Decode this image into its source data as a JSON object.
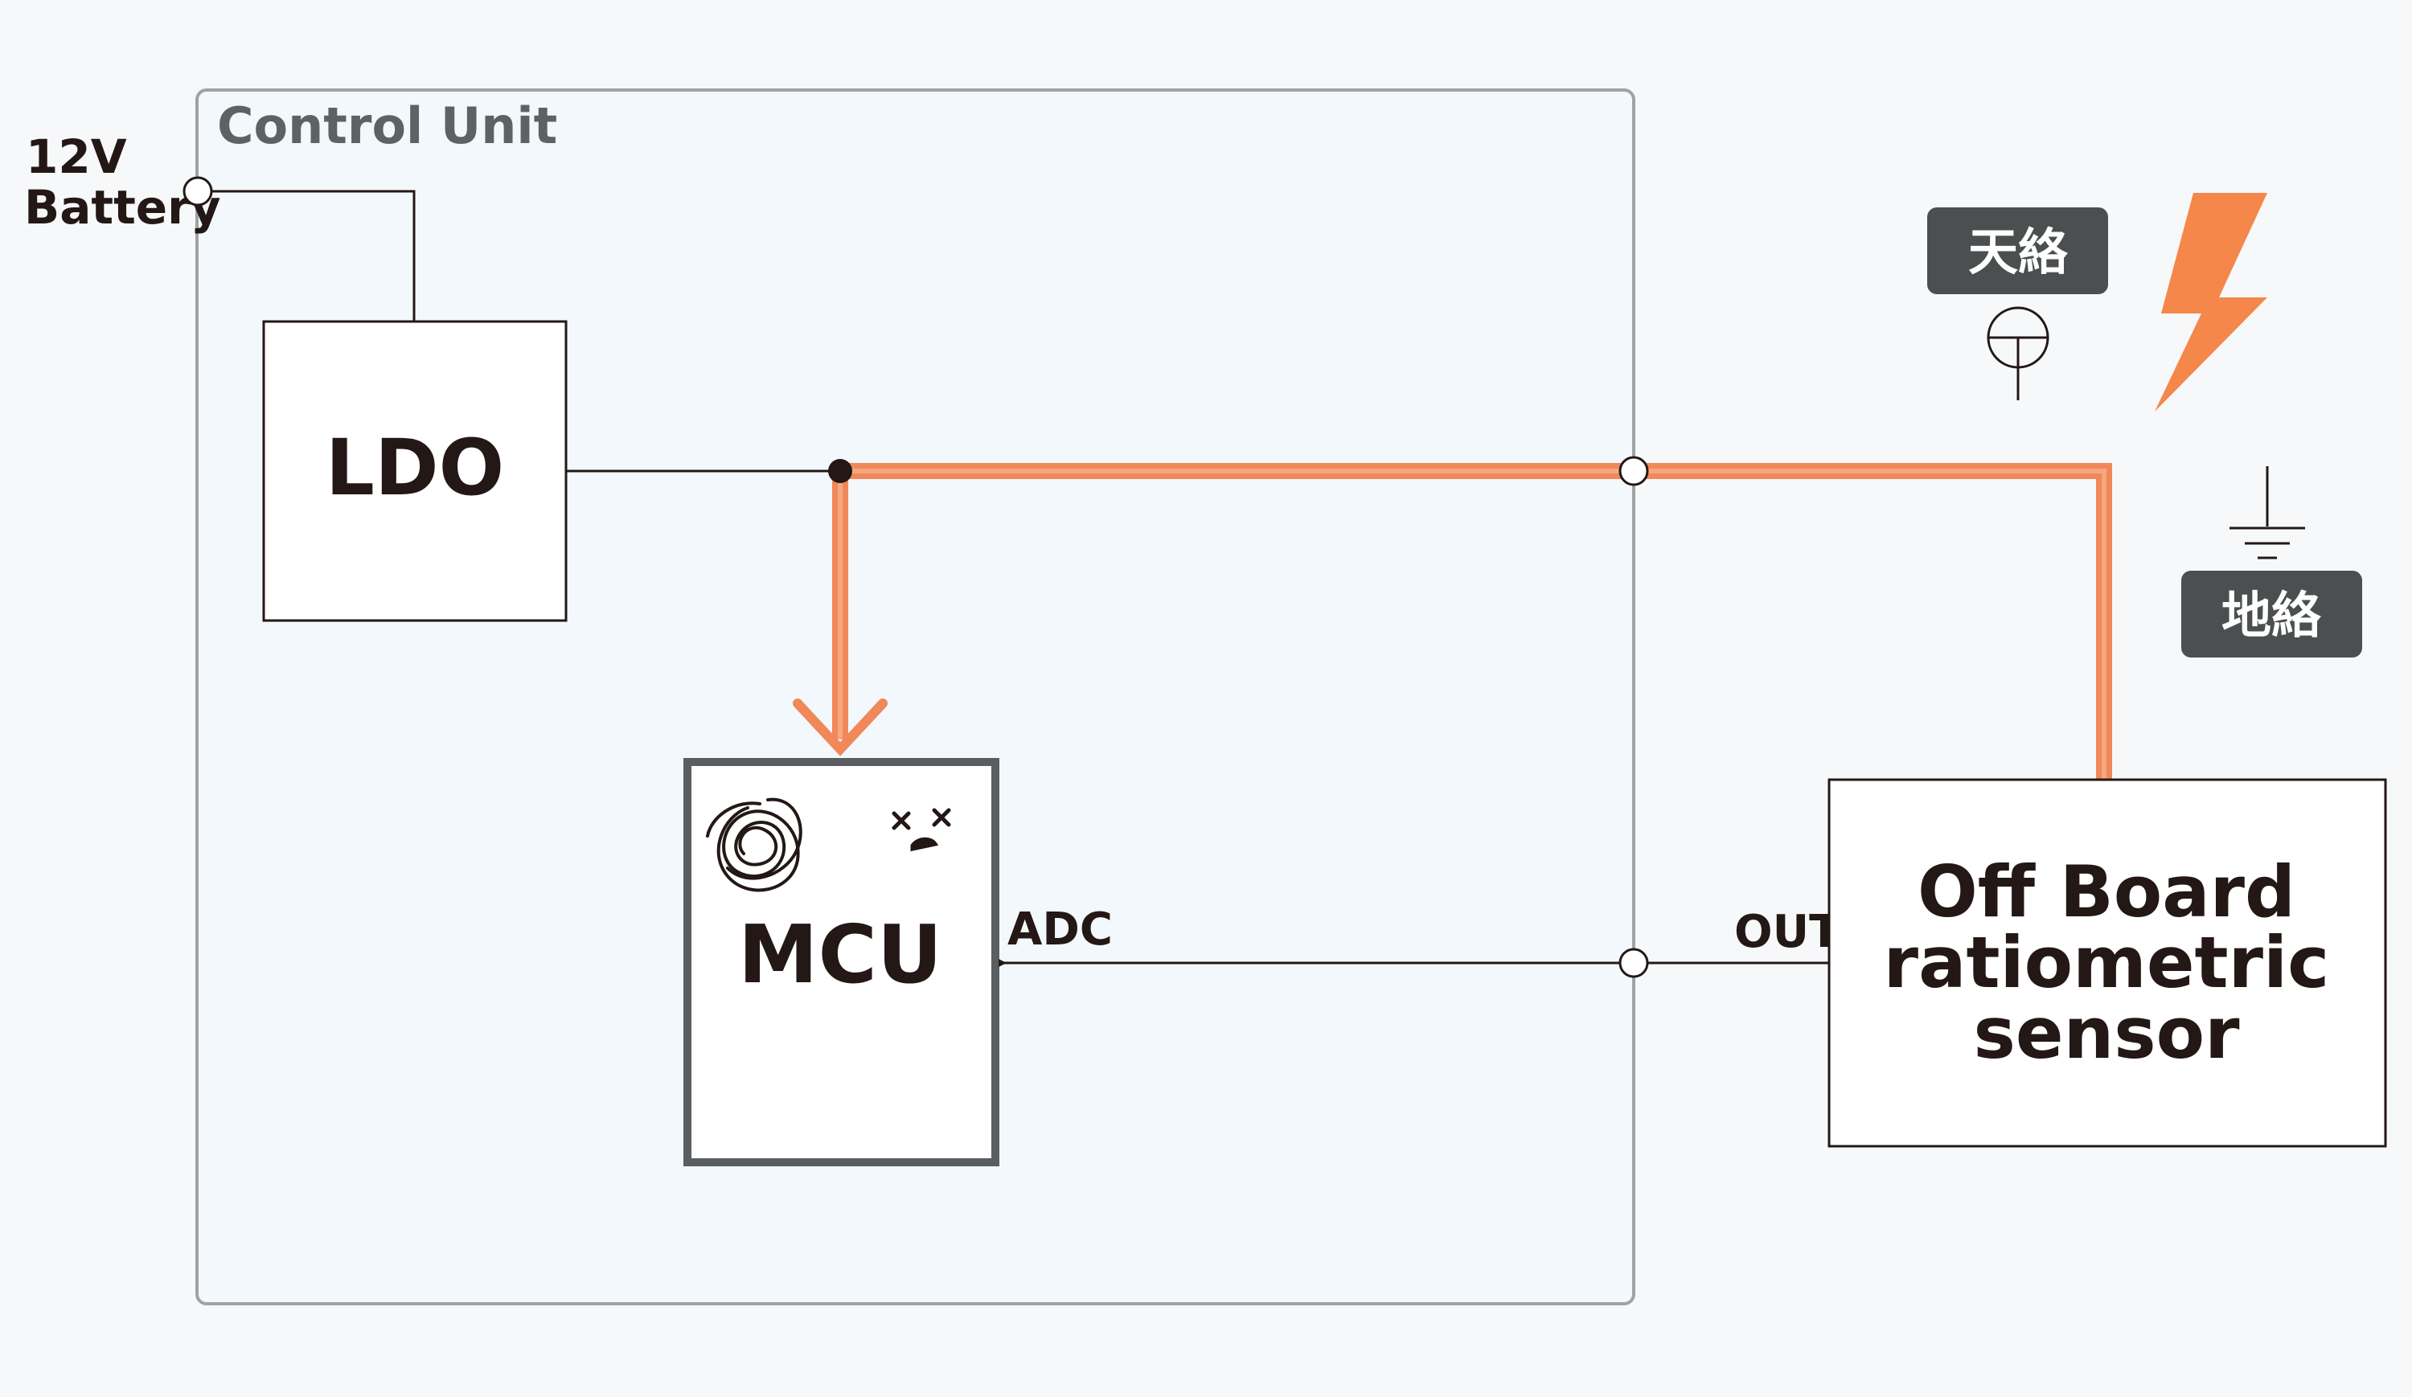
{
  "diagram": {
    "control_unit": {
      "title": "Control Unit"
    },
    "battery": {
      "line1": "12V",
      "line2": "Battery"
    },
    "ldo": {
      "label": "LDO"
    },
    "mcu": {
      "label": "MCU",
      "pin_label": "ADC"
    },
    "sensor": {
      "line1": "Off Board",
      "line2": "ratiometric",
      "line3": "sensor",
      "pin_label": "OUT"
    },
    "fault_labels": {
      "power_fault": "天絡",
      "ground_fault": "地絡"
    },
    "colors": {
      "fault_path": "#f0885a",
      "lightning": "#f5874a",
      "label_badge": "#4b4f50",
      "control_unit_bg": "#f3f8fc",
      "control_unit_border": "#9fa3a6"
    }
  }
}
